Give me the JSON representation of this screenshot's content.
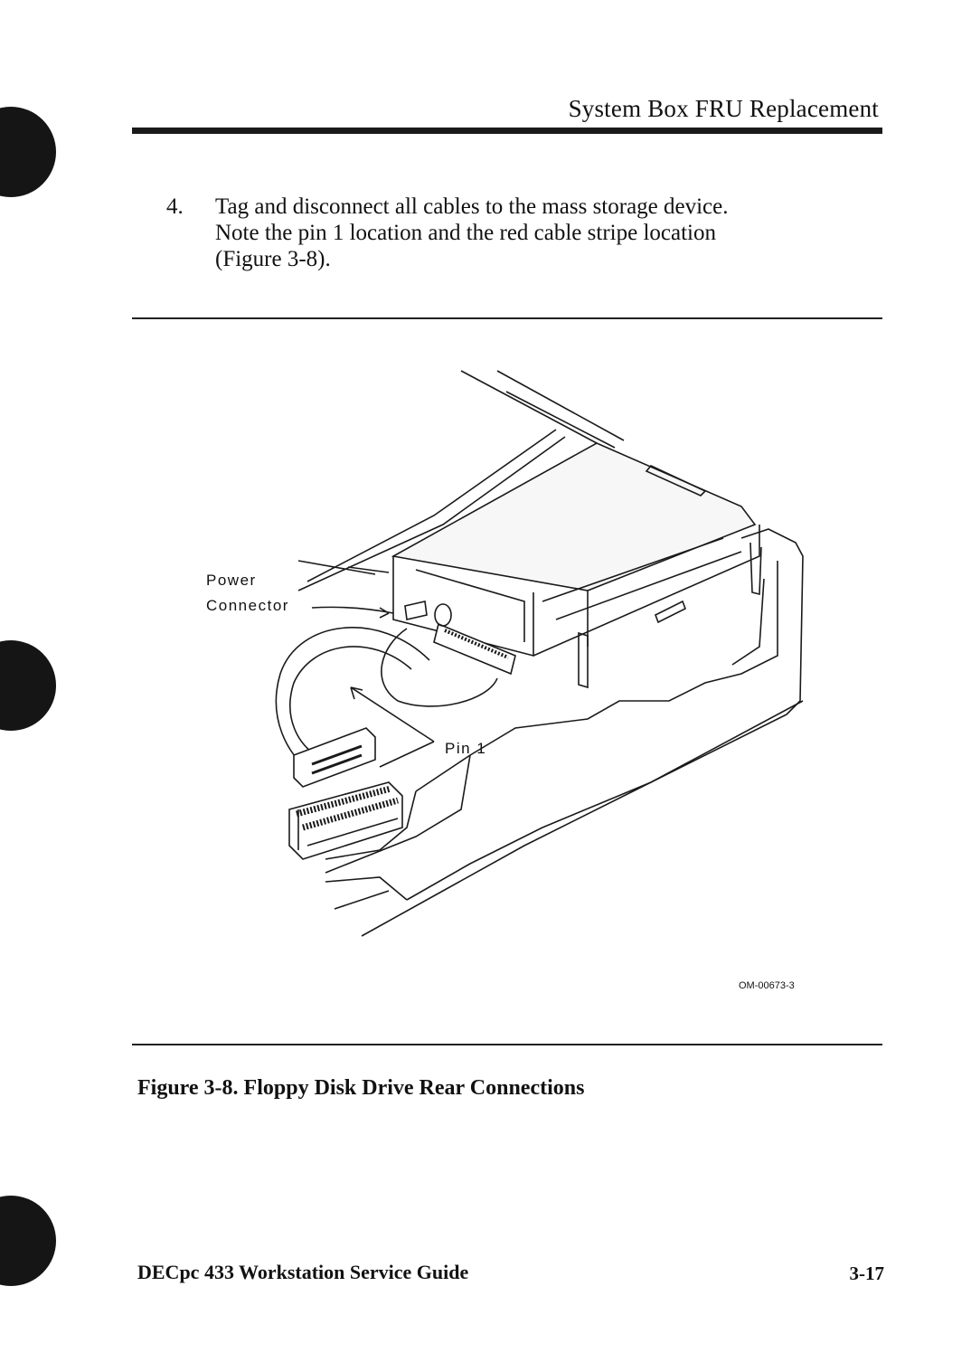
{
  "header": {
    "title": "System Box FRU Replacement"
  },
  "step": {
    "number": "4.",
    "text": "Tag and disconnect all cables to the mass storage device. Note the pin 1 location and the red cable stripe location (Figure 3-8)."
  },
  "figure": {
    "labels": {
      "power": "Power",
      "connector": "Connector",
      "pin1": "Pin 1"
    },
    "id": "OM-00673-3"
  },
  "caption": "Figure 3-8. Floppy Disk Drive Rear Connections",
  "footer": {
    "guide_title": "DECpc 433 Workstation Service Guide",
    "page_number": "3-17"
  }
}
